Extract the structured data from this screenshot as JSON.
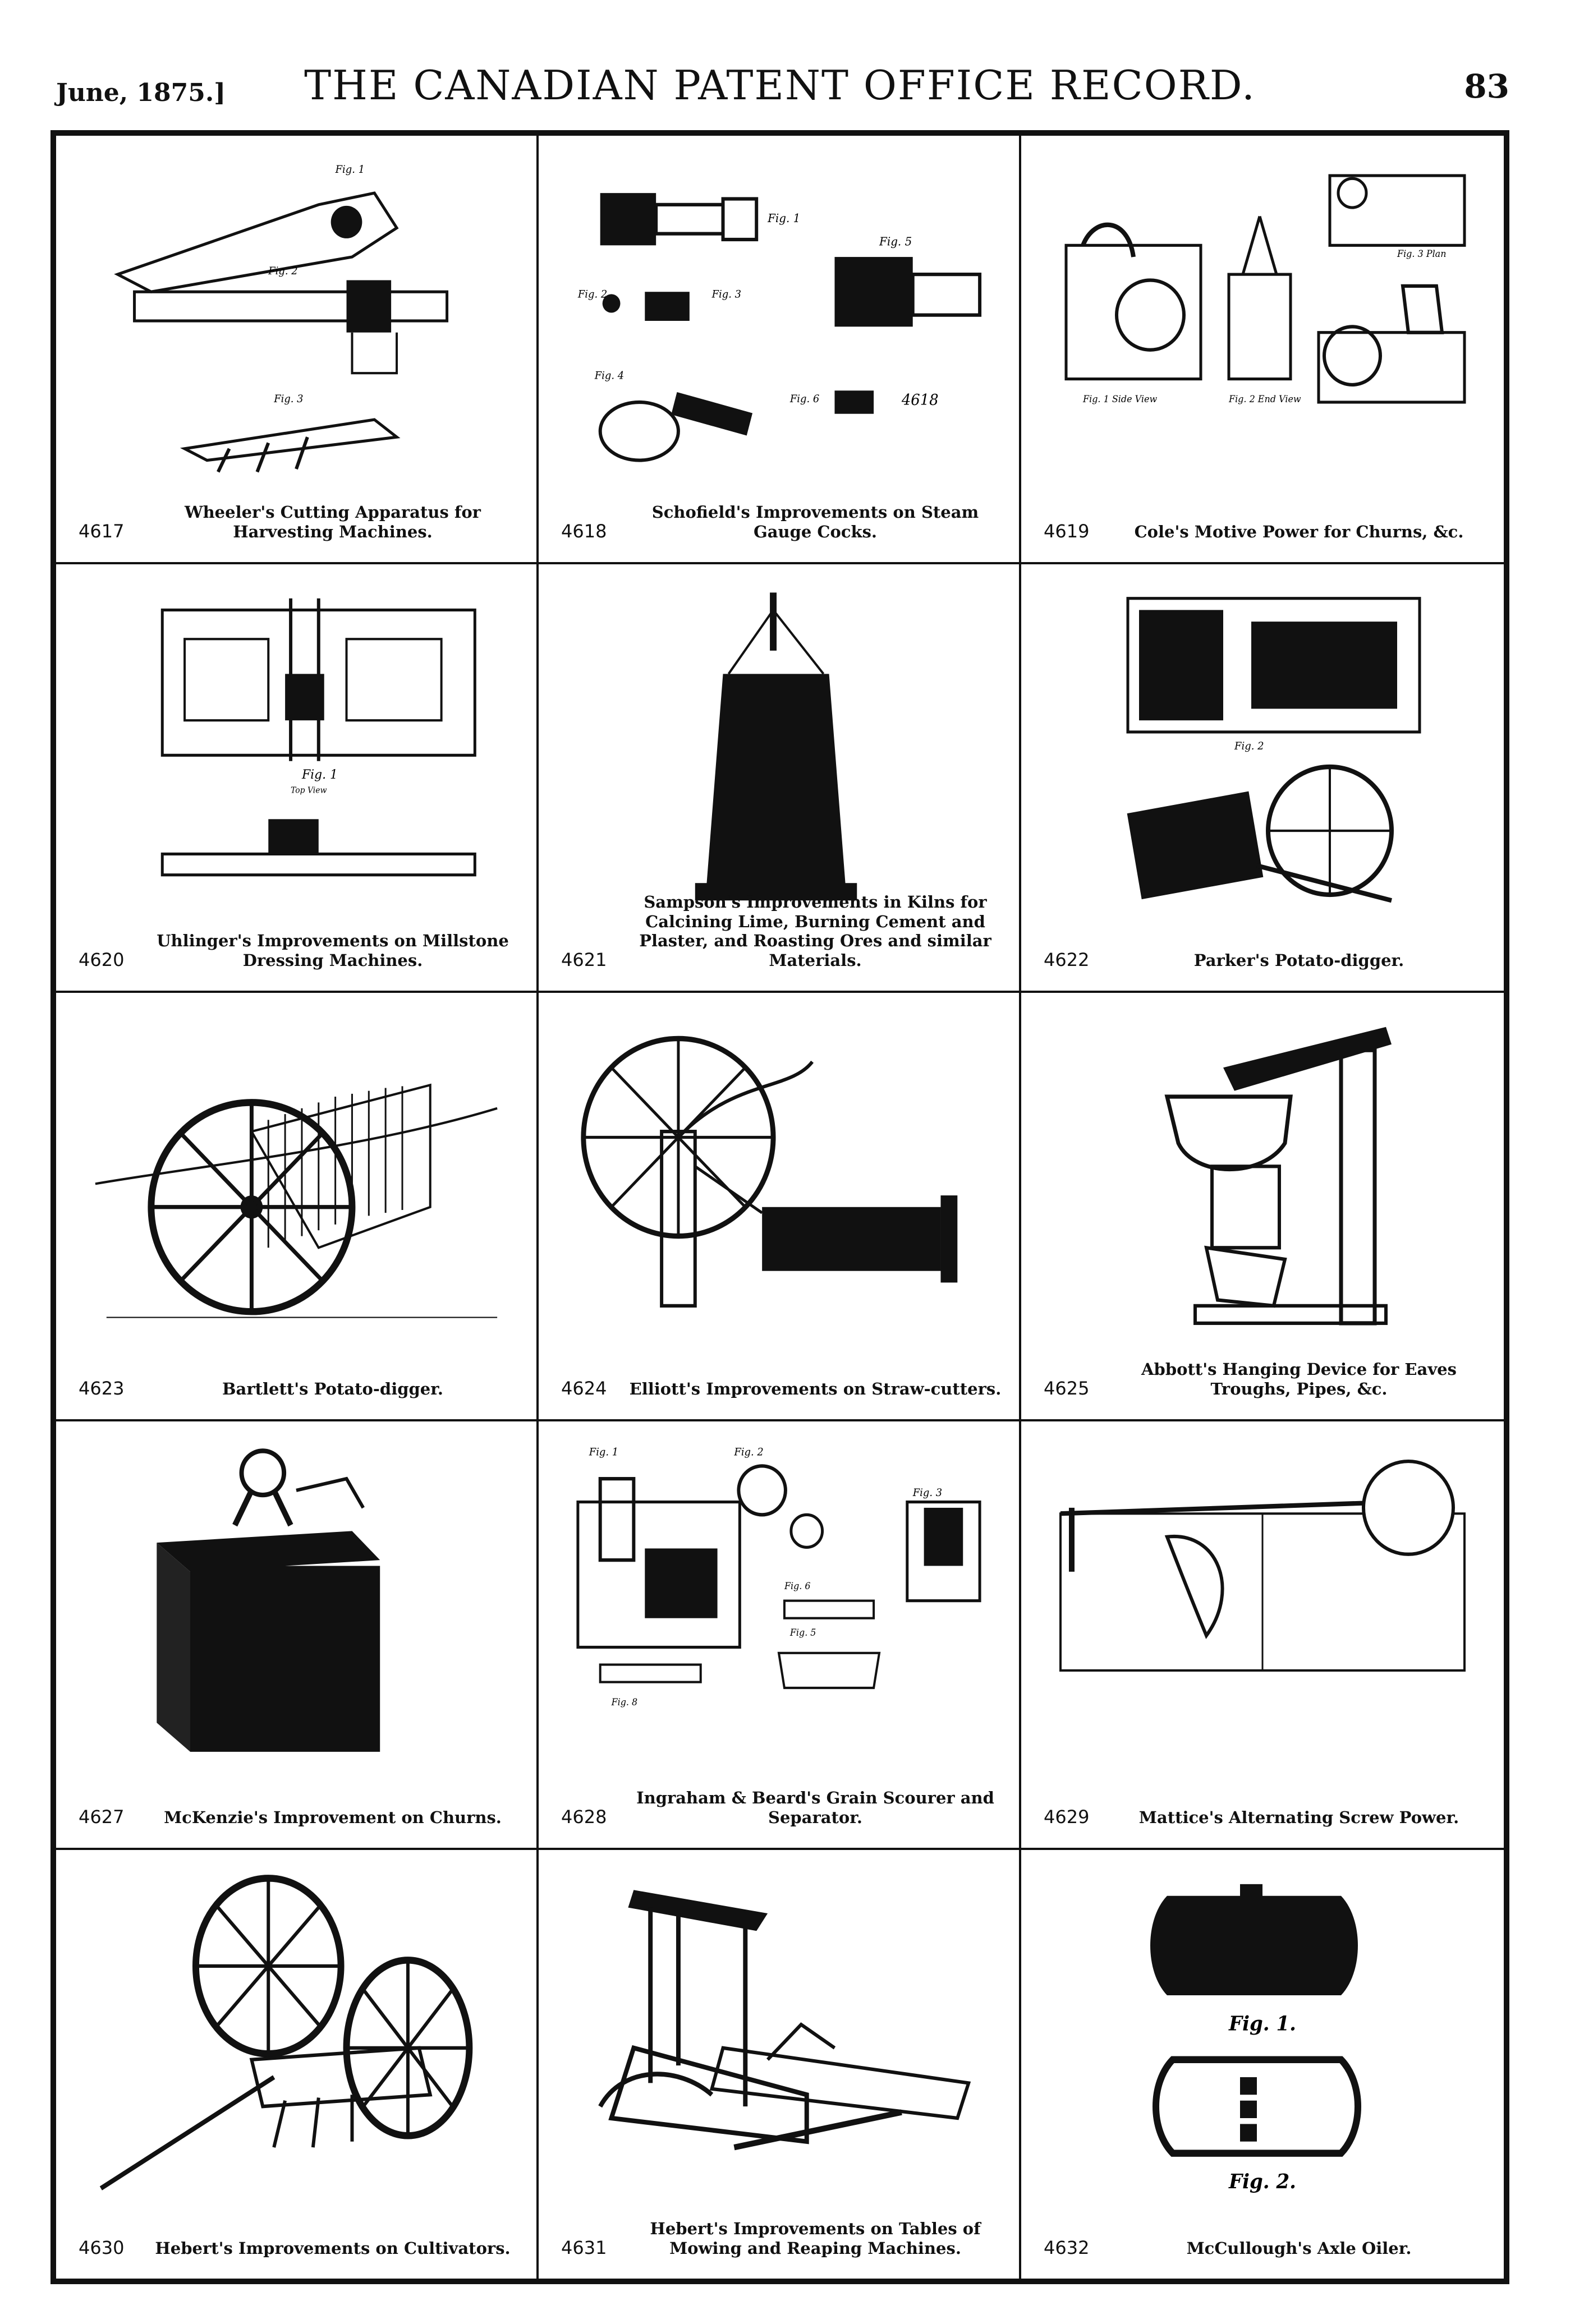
{
  "header": {
    "date": "June, 1875.]",
    "title": "THE CANADIAN PATENT OFFICE RECORD.",
    "page": "83"
  },
  "patents": [
    {
      "number": "4617",
      "caption": "Wheeler's Cutting Apparatus for Harvesting Machines.",
      "figure_labels": [
        "Fig. 1",
        "Fig. 2",
        "Fig. 3"
      ]
    },
    {
      "number": "4618",
      "caption": "Schofield's Improvements on Steam Gauge Cocks.",
      "figure_labels": [
        "Fig. 1",
        "Fig. 2",
        "Fig. 3",
        "Fig. 4",
        "Fig. 5",
        "Fig. 6",
        "4618"
      ]
    },
    {
      "number": "4619",
      "caption": "Cole's Motive Power for Churns, &c.",
      "figure_labels": [
        "Fig. 1 Side View",
        "Fig. 2 End View",
        "Fig. 3 Plan"
      ]
    },
    {
      "number": "4620",
      "caption": "Uhlinger's Improvements on Millstone Dressing Machines.",
      "figure_labels": [
        "Fig. 1",
        "Top View"
      ]
    },
    {
      "number": "4621",
      "caption": "Sampson's Improvements in Kilns for Calcining Lime, Burning Cement and Plaster, and Roasting Ores and similar Materials.",
      "figure_labels": []
    },
    {
      "number": "4622",
      "caption": "Parker's Potato-digger.",
      "figure_labels": [
        "Fig. 2"
      ]
    },
    {
      "number": "4623",
      "caption": "Bartlett's Potato-digger.",
      "figure_labels": []
    },
    {
      "number": "4624",
      "caption": "Elliott's Improvements on Straw-cutters.",
      "figure_labels": []
    },
    {
      "number": "4625",
      "caption": "Abbott's Hanging Device for Eaves Troughs, Pipes, &c.",
      "figure_labels": []
    },
    {
      "number": "4627",
      "caption": "McKenzie's Improvement on Churns.",
      "figure_labels": []
    },
    {
      "number": "4628",
      "caption": "Ingraham & Beard's Grain Scourer and Separator.",
      "figure_labels": [
        "Fig. 1",
        "Fig. 2",
        "Fig. 3",
        "Fig. 5",
        "Fig. 6",
        "Fig. 8"
      ]
    },
    {
      "number": "4629",
      "caption": "Mattice's Alternating Screw Power.",
      "figure_labels": []
    },
    {
      "number": "4630",
      "caption": "Hebert's Improvements on Cultivators.",
      "figure_labels": []
    },
    {
      "number": "4631",
      "caption": "Hebert's Improvements on Tables of Mowing and Reaping Machines.",
      "figure_labels": []
    },
    {
      "number": "4632",
      "caption": "McCullough's Axle Oiler.",
      "figure_labels": [
        "Fig. 1.",
        "Fig. 2."
      ]
    }
  ]
}
